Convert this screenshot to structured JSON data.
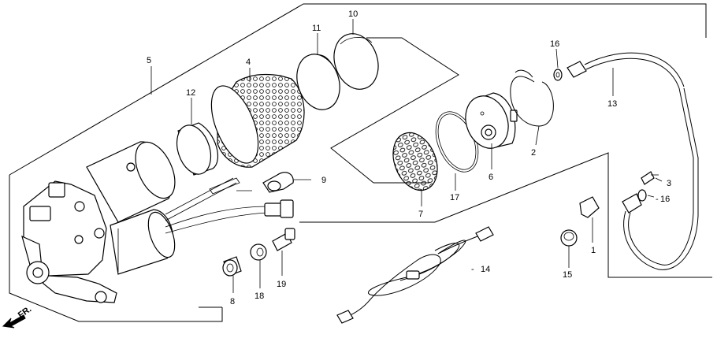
{
  "diagram": {
    "direction_label": "FR.",
    "callouts": {
      "c1": "1",
      "c2": "2",
      "c3": "3",
      "c4": "4",
      "c5": "5",
      "c6": "6",
      "c7": "7",
      "c8": "8",
      "c9": "9",
      "c10": "10",
      "c11": "11",
      "c12": "12",
      "c13": "13",
      "c14": "14",
      "c15": "15",
      "c16a": "16",
      "c16b": "16",
      "c17": "17",
      "c18": "18",
      "c19": "19"
    },
    "dash_prefix": "-"
  }
}
